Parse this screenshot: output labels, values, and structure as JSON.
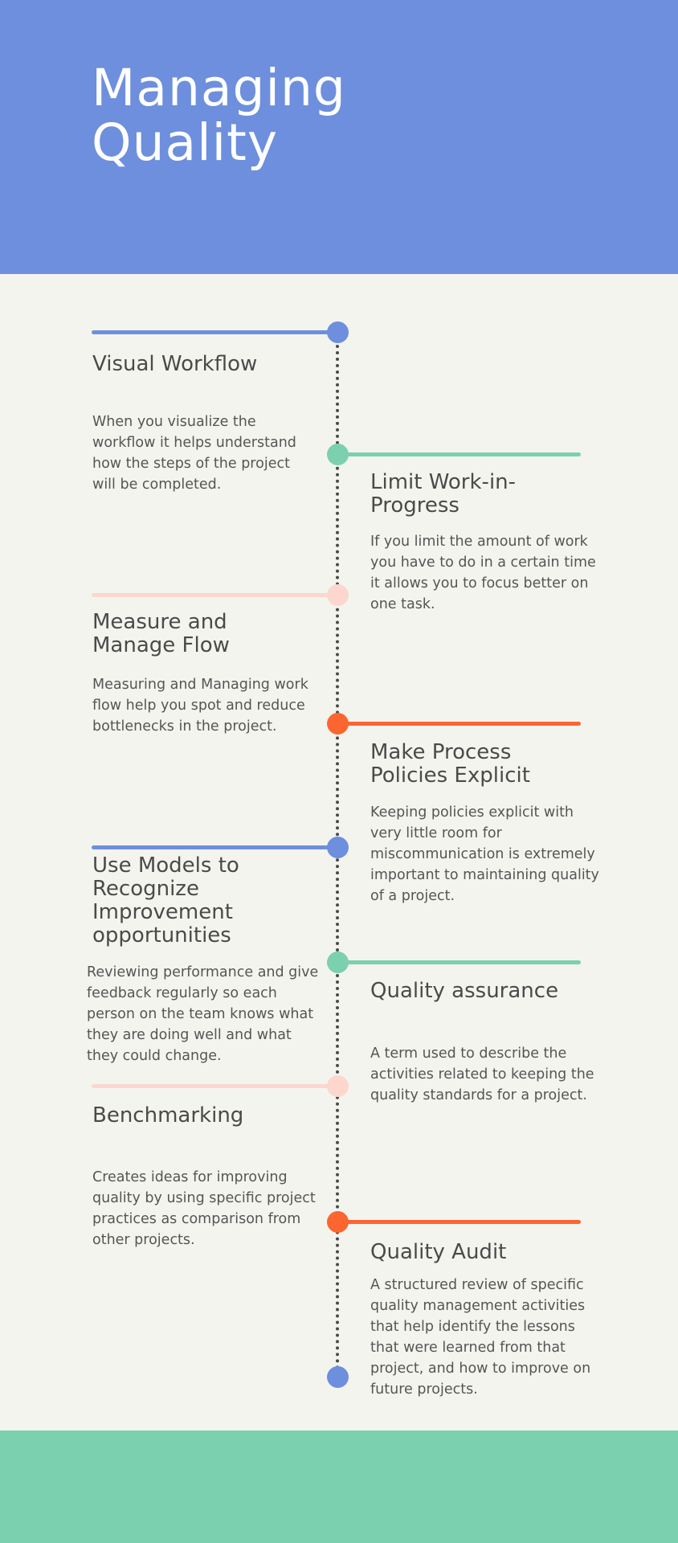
{
  "header": {
    "title_line1": "Managing",
    "title_line2": "Quality",
    "color": "#6d8fdd"
  },
  "colors": {
    "blue": "#6d8fdd",
    "green": "#7bd0b0",
    "pink": "#fdd6cd",
    "orange": "#fb6630"
  },
  "items": [
    {
      "title": "Visual Workflow",
      "body": "When you visualize the workflow it helps understand how the steps of the project will be completed.",
      "side": "left",
      "color": "blue"
    },
    {
      "title": "Limit Work-in-Progress",
      "body": "If you limit the amount of work you have to do in a certain time it allows you to focus better on one task.",
      "side": "right",
      "color": "green"
    },
    {
      "title": "Measure and Manage Flow",
      "body": "Measuring and Managing work flow help you spot and reduce bottlenecks in the project.",
      "side": "left",
      "color": "pink"
    },
    {
      "title": "Make Process Policies Explicit",
      "body": "Keeping policies explicit with very little room for miscommunication is extremely important to maintaining quality of a project.",
      "side": "right",
      "color": "orange"
    },
    {
      "title": "Use Models to Recognize Improvement opportunities",
      "body": "Reviewing performance and give feedback regularly so each person on the team knows what they are doing well and what they could change.",
      "side": "left",
      "color": "blue"
    },
    {
      "title": "Quality assurance",
      "body": "A term used to describe the activities related to keeping the quality standards for a project.",
      "side": "right",
      "color": "green"
    },
    {
      "title": "Benchmarking",
      "body": "Creates ideas for improving quality by using specific project practices as comparison from other projects.",
      "side": "left",
      "color": "pink"
    },
    {
      "title": "Quality Audit",
      "body": "A structured review of specific quality management activities that help identify the lessons that were learned from that project, and how to improve on future projects.",
      "side": "right",
      "color": "orange"
    }
  ]
}
